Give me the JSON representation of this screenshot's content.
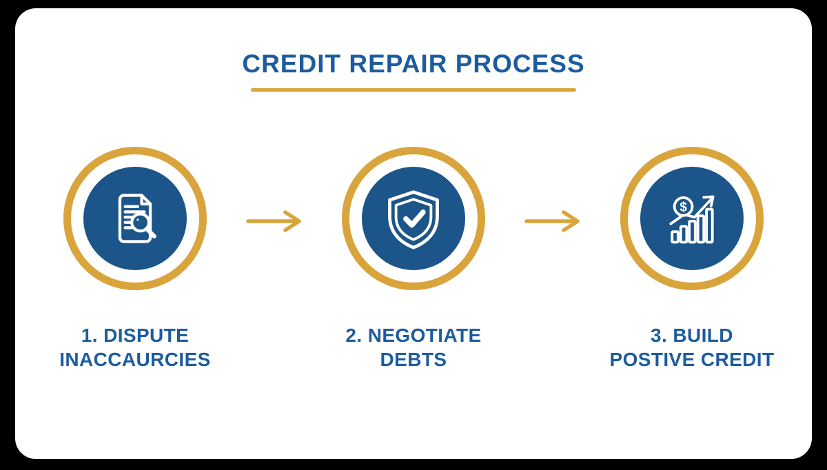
{
  "title": "CREDIT REPAIR PROCESS",
  "colors": {
    "page_bg": "#000000",
    "card_bg": "#FFFFFF",
    "gold": "#D9A43C",
    "blue": "#1B5589",
    "text_blue": "#1C5C9E"
  },
  "icons": {
    "dollar_symbol": "$"
  },
  "steps": [
    {
      "icon": "document-magnifier-icon",
      "label_line1": "1. DISPUTE",
      "label_line2": "INACCAURCIES"
    },
    {
      "icon": "shield-check-icon",
      "label_line1": "2. NEGOTIATE",
      "label_line2": "DEBTS"
    },
    {
      "icon": "growth-chart-dollar-icon",
      "label_line1": "3. BUILD",
      "label_line2": "POSTIVE CREDIT"
    }
  ],
  "arrows": [
    {
      "name": "arrow-right-icon"
    },
    {
      "name": "arrow-right-icon"
    }
  ]
}
